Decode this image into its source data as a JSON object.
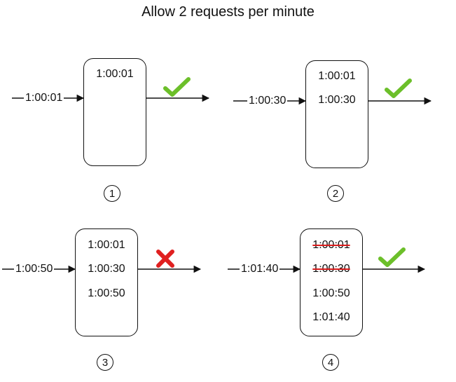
{
  "title": "Allow 2 requests per minute",
  "steps": [
    {
      "number": "1",
      "incoming": "1:00:01",
      "result": "allowed",
      "entries": [
        {
          "text": "1:00:01",
          "struck": false
        }
      ]
    },
    {
      "number": "2",
      "incoming": "1:00:30",
      "result": "allowed",
      "entries": [
        {
          "text": "1:00:01",
          "struck": false
        },
        {
          "text": "1:00:30",
          "struck": false
        }
      ]
    },
    {
      "number": "3",
      "incoming": "1:00:50",
      "result": "rejected",
      "entries": [
        {
          "text": "1:00:01",
          "struck": false
        },
        {
          "text": "1:00:30",
          "struck": false
        },
        {
          "text": "1:00:50",
          "struck": false
        }
      ]
    },
    {
      "number": "4",
      "incoming": "1:01:40",
      "result": "allowed",
      "entries": [
        {
          "text": "1:00:01",
          "struck": true
        },
        {
          "text": "1:00:30",
          "struck": true
        },
        {
          "text": "1:00:50",
          "struck": false
        },
        {
          "text": "1:01:40",
          "struck": false
        }
      ]
    }
  ],
  "icons": {
    "allowed": "check-mark-icon",
    "rejected": "cross-mark-icon"
  },
  "colors": {
    "allowed": "#6cbf2a",
    "rejected": "#e02020",
    "strike": "#d81b1b",
    "stroke": "#111111"
  }
}
